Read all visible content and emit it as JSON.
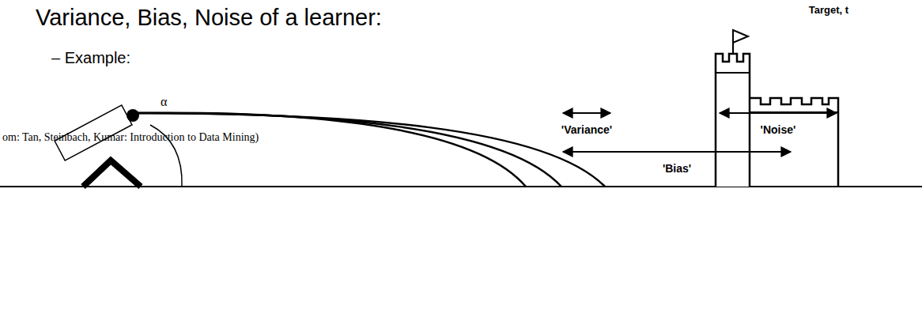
{
  "diagram": {
    "title": "Variance, Bias, Noise of a learner:",
    "labels": [
      "– Example:",
      "Target, t",
      "α",
      "om: Tan, Steinbach, Kumar: Introduction to Data Mining)",
      "'Variance'",
      "'Noise'",
      "'Bias'"
    ]
  }
}
